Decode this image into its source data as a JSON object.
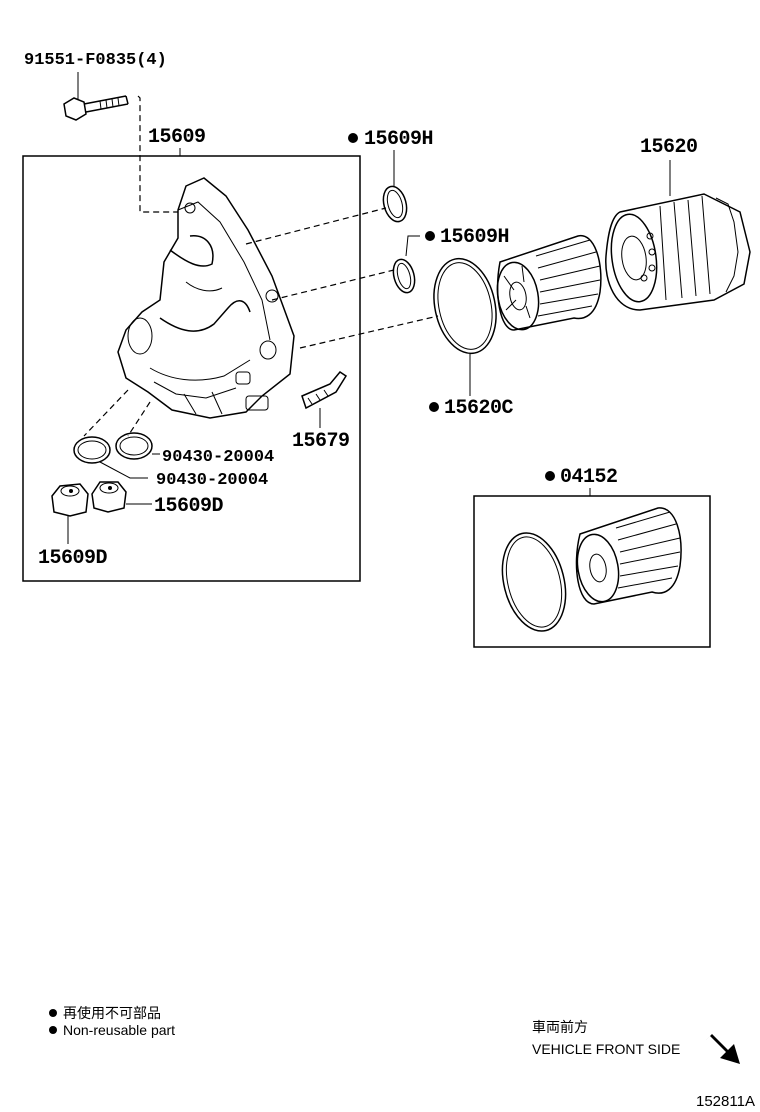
{
  "parts": {
    "bolt": "91551-F0835(4)",
    "housing": "15609",
    "gasket_h_upper": "15609H",
    "gasket_h_lower": "15609H",
    "cap": "15620",
    "oring_cap": "15620C",
    "bracket": "15679",
    "oring_1": "90430-20004",
    "oring_2": "90430-20004",
    "plug_right": "15609D",
    "plug_left": "15609D",
    "element_kit": "04152"
  },
  "legend": {
    "jp": "再使用不可部品",
    "en": "Non-reusable part"
  },
  "direction": {
    "jp": "車両前方",
    "en": "VEHICLE FRONT SIDE",
    "icon": "arrow-down-right-icon"
  },
  "figure_code": "152811A"
}
